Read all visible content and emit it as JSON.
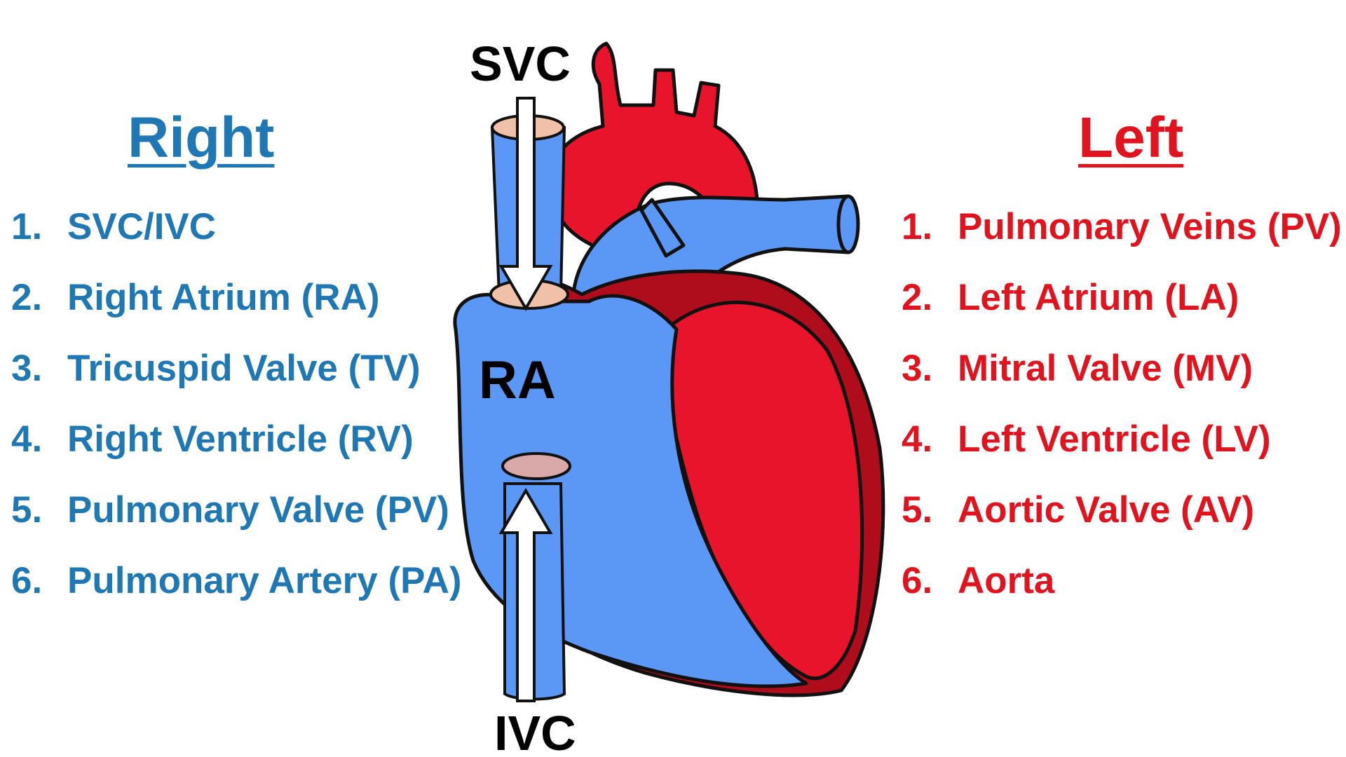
{
  "right": {
    "heading": "Right",
    "items": [
      {
        "num": "1.",
        "label": "SVC/IVC"
      },
      {
        "num": "2.",
        "label": "Right Atrium (RA)"
      },
      {
        "num": "3.",
        "label": "Tricuspid Valve (TV)"
      },
      {
        "num": "4.",
        "label": "Right Ventricle (RV)"
      },
      {
        "num": "5.",
        "label": "Pulmonary Valve (PV)"
      },
      {
        "num": "6.",
        "label": "Pulmonary Artery (PA)"
      }
    ]
  },
  "left": {
    "heading": "Left",
    "items": [
      {
        "num": "1.",
        "label": "Pulmonary Veins (PV)"
      },
      {
        "num": "2.",
        "label": "Left Atrium (LA)"
      },
      {
        "num": "3.",
        "label": "Mitral Valve (MV)"
      },
      {
        "num": "4.",
        "label": "Left Ventricle (LV)"
      },
      {
        "num": "5.",
        "label": "Aortic Valve (AV)"
      },
      {
        "num": "6.",
        "label": "Aorta"
      }
    ]
  },
  "diagram": {
    "svc_label": "SVC",
    "ivc_label": "IVC",
    "ra_label": "RA"
  },
  "colors": {
    "right_blue": "#1f77b4",
    "left_red": "#e0141e",
    "deoxygenated": "#5b97f5",
    "oxygenated": "#e8142b",
    "myocardium": "#b00d1c",
    "valve": "#f1c0a8"
  }
}
